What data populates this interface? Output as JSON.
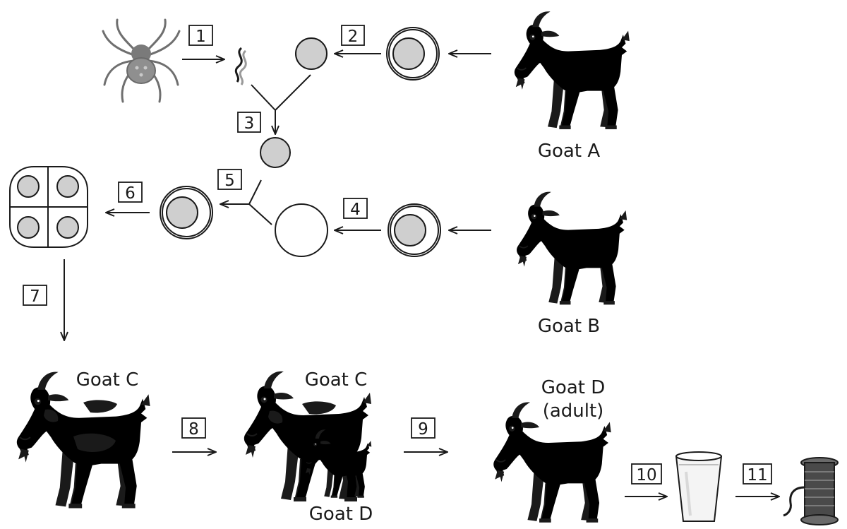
{
  "steps": [
    "1",
    "2",
    "3",
    "4",
    "5",
    "6",
    "7",
    "8",
    "9",
    "10",
    "11"
  ],
  "labels": {
    "goat_a": "Goat A",
    "goat_b": "Goat B",
    "goat_c_1": "Goat C",
    "goat_c_2": "Goat C",
    "goat_d_small": "Goat D",
    "goat_d_adult_1": "Goat D",
    "goat_d_adult_2": "(adult)"
  },
  "icons": {
    "spider": "spider-icon",
    "goat": "goat-icon",
    "glass": "glass-of-milk-icon",
    "spool": "thread-spool-icon"
  },
  "colors": {
    "gray_fill": "#8a8a8a",
    "nucleus": "#cfcfcf",
    "white_fill": "#ffffff",
    "dark": "#1a1a1a"
  }
}
